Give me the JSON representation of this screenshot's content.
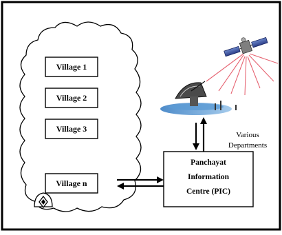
{
  "villages": [
    "Village 1",
    "Village 2",
    "Village 3",
    "Village n"
  ],
  "pic": {
    "line1": "Panchayat",
    "line2": "Information",
    "line3": "Centre (PIC)"
  },
  "departments": {
    "line1": "Various",
    "line2": "Departments"
  },
  "icons": [
    "satellite-icon",
    "satellite-dish-icon",
    "village-dome-icon"
  ]
}
